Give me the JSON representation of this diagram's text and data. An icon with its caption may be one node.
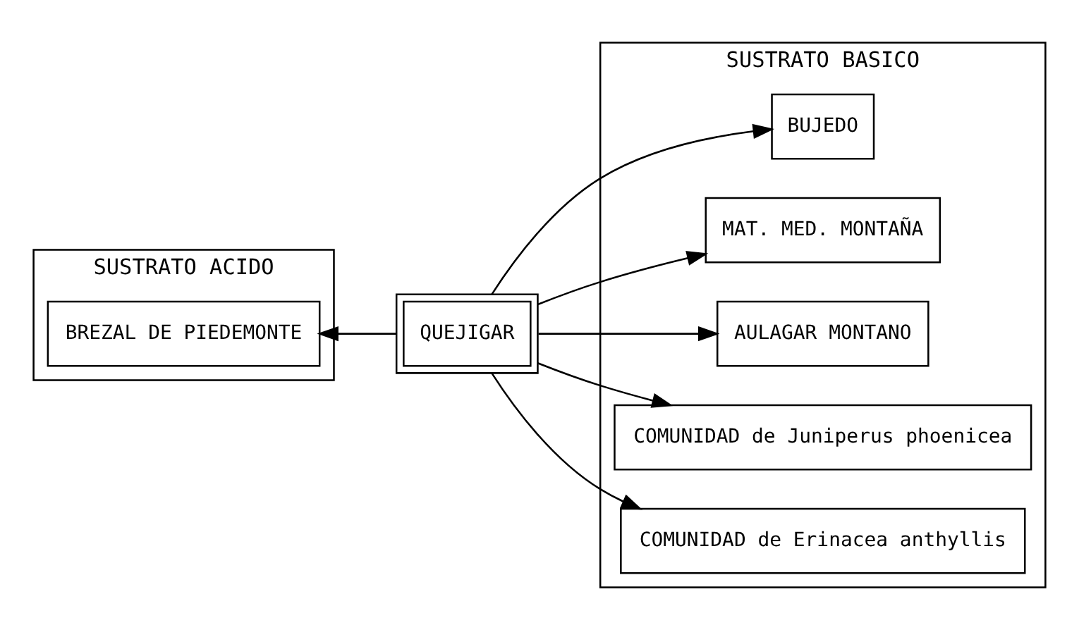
{
  "diagram": {
    "nodes": [
      {
        "text": [
          "SUSTRATO ACIDO"
        ]
      },
      {
        "text": [
          "BREZAL DE PIEDEMONTE"
        ],
        "in": 0
      },
      {
        "text": [
          "QUEJIGAR"
        ]
      },
      {
        "text": [
          "SUSTRATO BASICO"
        ]
      },
      {
        "text": [
          "BUJEDO"
        ],
        "in": 3
      },
      {
        "text": [
          "MAT. MED. MONTAÑA"
        ],
        "in": 3
      },
      {
        "text": [
          "AULAGAR MONTANO"
        ],
        "in": 3
      },
      {
        "text": [
          "COMUNIDAD de Juniperus phoenicea"
        ],
        "in": 3
      },
      {
        "text": [
          "COMUNIDAD de Erinacea anthyllis"
        ],
        "in": 3
      }
    ],
    "edges": [
      {
        "from": 2,
        "to": 1,
        "arrow": "to"
      },
      {
        "from": 2,
        "to": 4,
        "arrow": "to"
      },
      {
        "from": 2,
        "to": 5,
        "arrow": "to"
      },
      {
        "from": 2,
        "to": 6,
        "arrow": "to"
      },
      {
        "from": 2,
        "to": 7,
        "arrow": "to"
      },
      {
        "from": 2,
        "to": 8,
        "arrow": "to"
      }
    ]
  }
}
